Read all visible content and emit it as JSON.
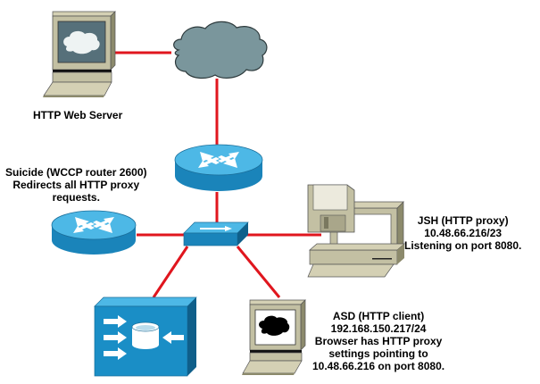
{
  "diagram": {
    "link_color": "#e0161e",
    "nodes": [
      {
        "id": "web-server",
        "type": "workstation",
        "label_lines": [
          "HTTP Web Server"
        ]
      },
      {
        "id": "internet",
        "type": "cloud",
        "label_lines": []
      },
      {
        "id": "core-router",
        "type": "router",
        "label_lines": []
      },
      {
        "id": "wccp-router",
        "type": "router",
        "label_lines": [
          "Suicide (WCCP router 2600)",
          "Redirects all HTTP proxy",
          "requests."
        ]
      },
      {
        "id": "switch",
        "type": "switch",
        "label_lines": []
      },
      {
        "id": "cache-engine",
        "type": "content-engine",
        "label_lines": []
      },
      {
        "id": "proxy",
        "type": "file-server-pc",
        "label_lines": [
          "JSH (HTTP proxy)",
          "10.48.66.216/23",
          "Listening on port 8080."
        ]
      },
      {
        "id": "client",
        "type": "workstation",
        "label_lines": [
          "ASD (HTTP client)",
          "192.168.150.217/24",
          "Browser has HTTP proxy",
          "settings pointing to",
          "10.48.66.216 on port 8080."
        ]
      }
    ],
    "links": [
      {
        "from": "web-server",
        "to": "internet"
      },
      {
        "from": "internet",
        "to": "core-router"
      },
      {
        "from": "core-router",
        "to": "switch"
      },
      {
        "from": "wccp-router",
        "to": "switch"
      },
      {
        "from": "switch",
        "to": "proxy"
      },
      {
        "from": "switch",
        "to": "cache-engine"
      },
      {
        "from": "switch",
        "to": "client"
      }
    ]
  }
}
